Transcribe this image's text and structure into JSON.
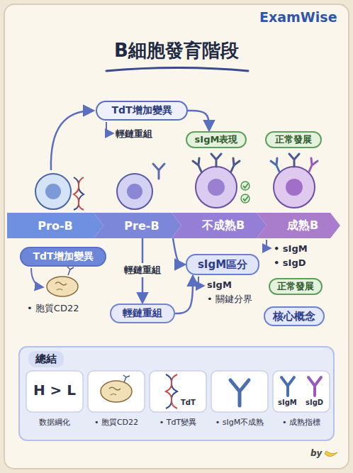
{
  "diagram": {
    "title": "B細胞發育階段",
    "nodes": [
      {
        "text": [
          "TdT增加變異"
        ]
      },
      {
        "text": [
          "sIgM表現"
        ]
      },
      {
        "text": [
          "正常發展"
        ]
      },
      {
        "text": [
          "Pro-B"
        ]
      },
      {
        "text": [
          "Pre-B"
        ]
      },
      {
        "text": [
          "不成熟B"
        ]
      },
      {
        "text": [
          "成熟B"
        ]
      },
      {
        "text": [
          "TdT增加變異"
        ]
      },
      {
        "text": [
          "sIgM區分"
        ]
      },
      {
        "text": [
          "輕鏈重組"
        ]
      },
      {
        "text": [
          "正常發展"
        ]
      },
      {
        "text": [
          "核心概念"
        ]
      },
      {
        "text": [
          "總結"
        ]
      },
      {
        "text": [
          "H > L",
          "数据綱化"
        ],
        "in": 12
      },
      {
        "text": [
          "• 胞質CD22"
        ],
        "in": 12
      },
      {
        "text": [
          "TdT",
          "• TdT變異"
        ],
        "in": 12
      },
      {
        "text": [
          "• sIgM不成熟"
        ],
        "in": 12
      },
      {
        "text": [
          "sIgM",
          "sIgD",
          "• 成熟指標"
        ],
        "in": 12
      }
    ],
    "edges": [
      {
        "from": 0,
        "to": 1,
        "arrow": "to"
      },
      {
        "from": 4,
        "to": 9,
        "label": "輕鏈重組",
        "arrow": "to"
      },
      {
        "from": 4,
        "to": 8,
        "arrow": "to"
      },
      {
        "from": 9,
        "to": 8,
        "arrow": "to"
      }
    ],
    "labels": [
      "ExamWise",
      "輕鏈重組",
      "• 胞質CD22",
      "sIgM",
      "• 關鍵分界",
      "• sIgM",
      "• sIgD",
      "by"
    ]
  }
}
